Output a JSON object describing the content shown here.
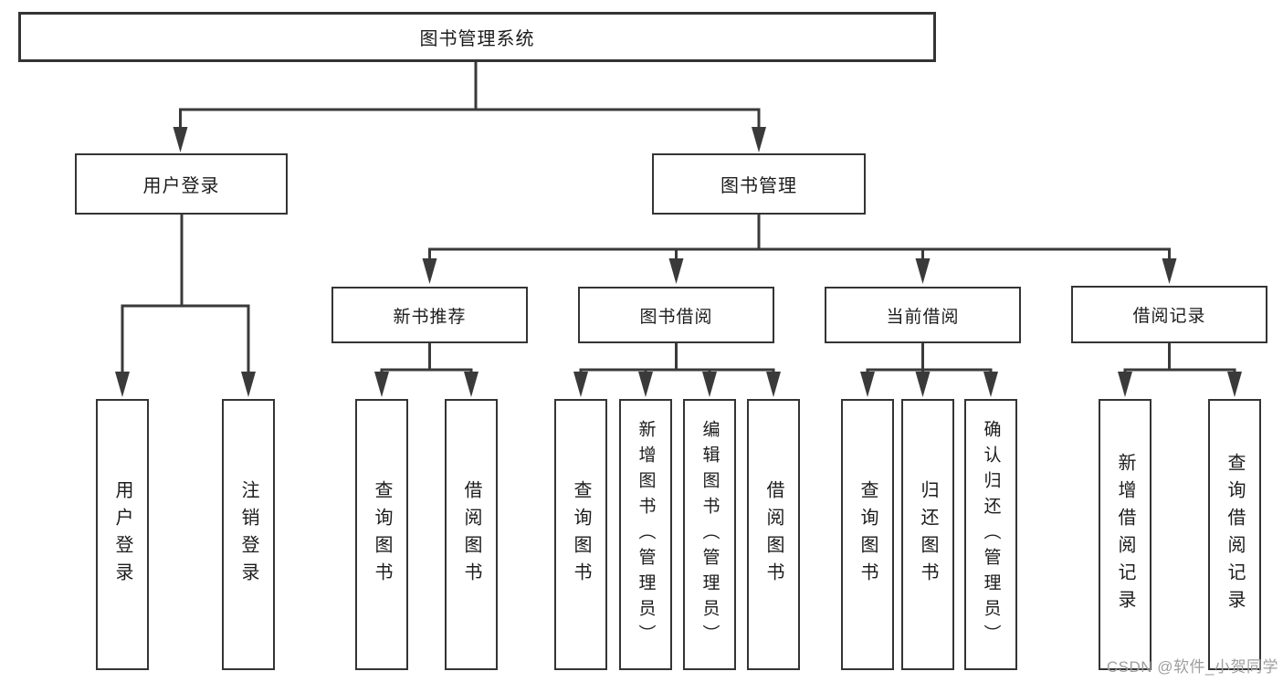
{
  "diagram": {
    "root": {
      "label": "图书管理系统"
    },
    "branches": [
      {
        "label": "用户登录",
        "leaves": [
          {
            "label": "用户登录"
          },
          {
            "label": "注销登录"
          }
        ]
      },
      {
        "label": "图书管理",
        "groups": [
          {
            "label": "新书推荐",
            "leaves": [
              {
                "label": "查询图书"
              },
              {
                "label": "借阅图书"
              }
            ]
          },
          {
            "label": "图书借阅",
            "leaves": [
              {
                "label": "查询图书"
              },
              {
                "label": "新增图书（管理员）"
              },
              {
                "label": "编辑图书（管理员）"
              },
              {
                "label": "借阅图书"
              }
            ]
          },
          {
            "label": "当前借阅",
            "leaves": [
              {
                "label": "查询图书"
              },
              {
                "label": "归还图书"
              },
              {
                "label": "确认归还（管理员）"
              }
            ]
          },
          {
            "label": "借阅记录",
            "leaves": [
              {
                "label": "新增借阅记录"
              },
              {
                "label": "查询借阅记录"
              }
            ]
          }
        ]
      }
    ]
  },
  "watermark": {
    "text": "CSDN @软件_小贺同学",
    "color": "#9e9e9e"
  },
  "colors": {
    "line": "#3a3a3a",
    "box_border": "#343434",
    "text": "#1c1c1c",
    "background": "#ffffff"
  }
}
